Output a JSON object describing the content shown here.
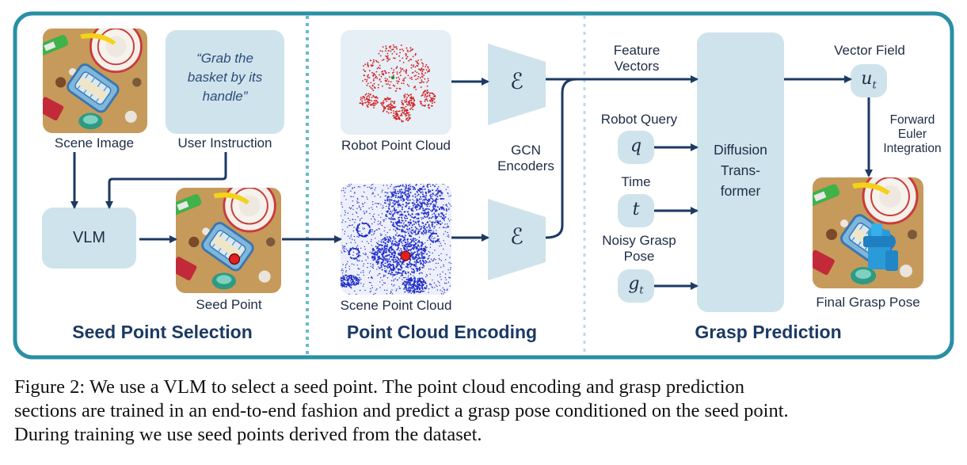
{
  "sections": {
    "seed": "Seed Point Selection",
    "encoding": "Point Cloud Encoding",
    "prediction": "Grasp Prediction"
  },
  "labels": {
    "scene_image": "Scene Image",
    "user_instruction": "User Instruction",
    "instruction_text": [
      "“Grab the",
      "basket by its",
      "handle”"
    ],
    "vlm": "VLM",
    "seed_point": "Seed Point",
    "robot_point_cloud": "Robot Point Cloud",
    "scene_point_cloud": "Scene Point Cloud",
    "gcn_encoders": [
      "GCN",
      "Encoders"
    ],
    "encoder_symbol": "ℰ",
    "feature_vectors": [
      "Feature",
      "Vectors"
    ],
    "robot_query": "Robot Query",
    "time": "Time",
    "noisy_grasp_pose": [
      "Noisy Grasp",
      "Pose"
    ],
    "diffusion_transformer": [
      "Diffusion",
      "Trans-",
      "former"
    ],
    "vector_field": "Vector Field",
    "forward_euler": [
      "Forward",
      "Euler",
      "Integration"
    ],
    "final_grasp_pose": "Final Grasp Pose"
  },
  "symbols": {
    "q": "q",
    "t": "t",
    "g": "g",
    "g_sub": "t",
    "u": "u",
    "u_sub": "t"
  },
  "colors": {
    "frame": "#2a8fa5",
    "box": "#cfe3ec",
    "arrow": "#1b3a63",
    "section_text": "#1b3a63",
    "robot_points": "#d11a1a",
    "scene_points": "#2330c8",
    "seed_marker": "#e02020",
    "table": "#c69a5a"
  },
  "caption": [
    "Figure 2: We use a VLM to select a seed point.  The point cloud encoding and grasp prediction",
    "sections are trained in an end-to-end fashion and predict a grasp pose conditioned on the seed point.",
    "During training we use seed points derived from the dataset."
  ]
}
